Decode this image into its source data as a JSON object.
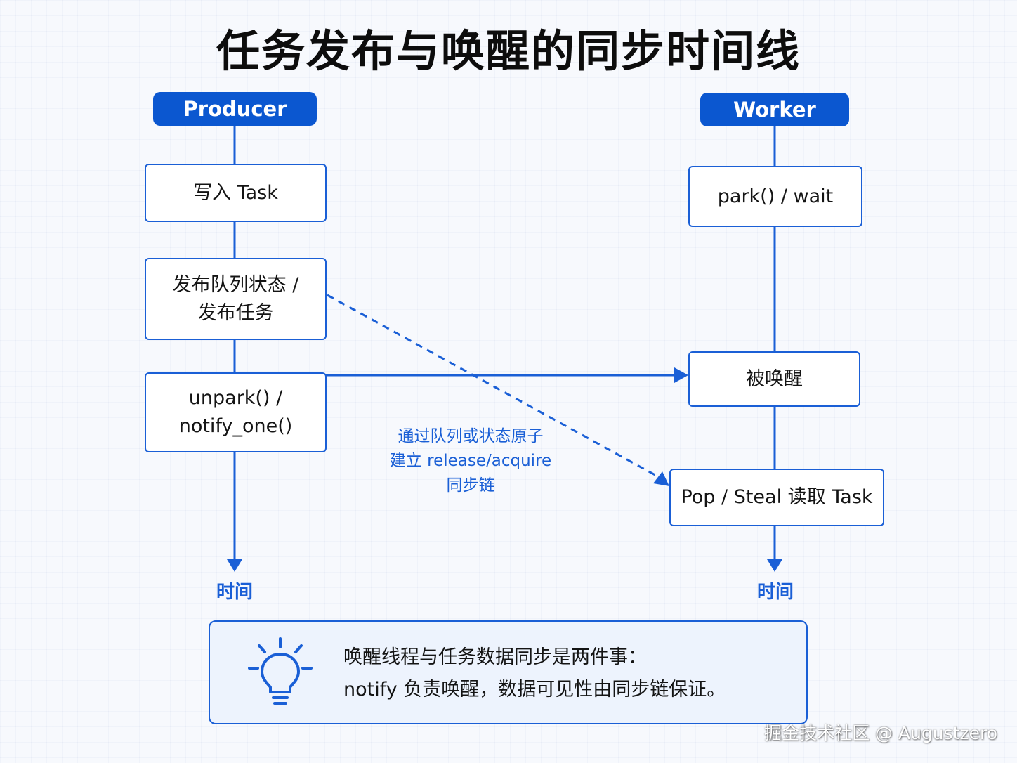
{
  "title": "任务发布与唤醒的同步时间线",
  "colors": {
    "accent": "#0b57d0",
    "line": "#1a5fd6",
    "note_bg": "#edf3fd"
  },
  "producer": {
    "header": "Producer",
    "steps": [
      "写入 Task",
      "发布队列状态 /\n发布任务",
      "unpark() /\nnotify_one()"
    ],
    "time_label": "时间"
  },
  "worker": {
    "header": "Worker",
    "steps": [
      "park() / wait",
      "被唤醒",
      "Pop / Steal 读取 Task"
    ],
    "time_label": "时间"
  },
  "sync_note": "通过队列或状态原子\n建立 release/acquire\n同步链",
  "note": {
    "icon": "lightbulb-icon",
    "line1": "唤醒线程与任务数据同步是两件事：",
    "line2": "notify 负责唤醒，数据可见性由同步链保证。"
  },
  "watermark": "掘金技术社区 @ Augustzero"
}
